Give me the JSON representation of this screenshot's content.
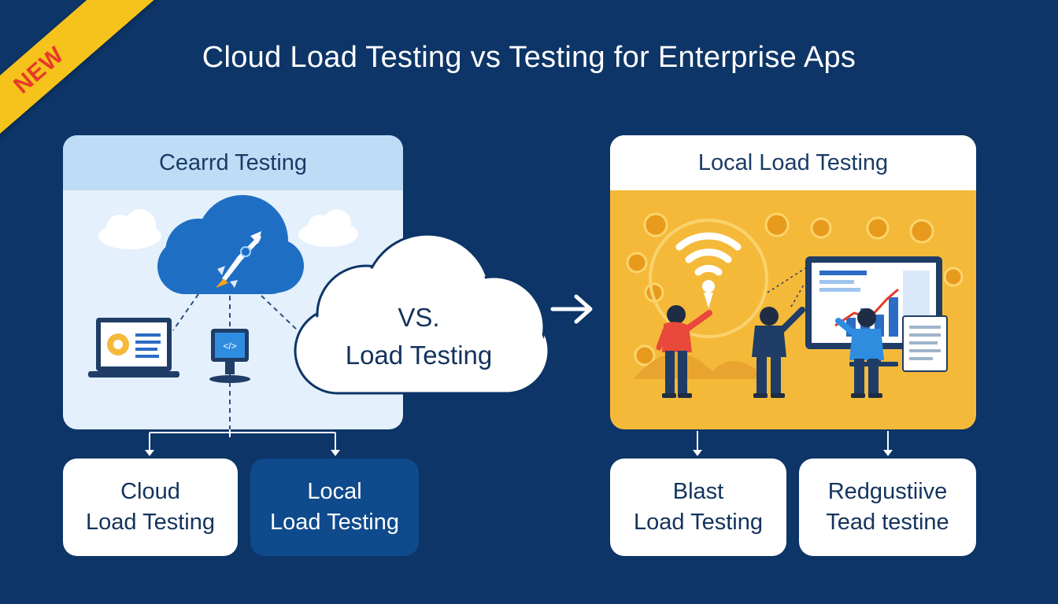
{
  "title": "Cloud Load Testing vs Testing for Enterprise Aps",
  "ribbon": {
    "label": "NEW"
  },
  "left_panel": {
    "header": "Cearrd Testing"
  },
  "right_panel": {
    "header": "Local Load Testing"
  },
  "vs_bubble": {
    "line1": "VS.",
    "line2": "Load Testing"
  },
  "cards": [
    {
      "line1": "Cloud",
      "line2": "Load Testing"
    },
    {
      "line1": "Local",
      "line2": "Load Testing"
    },
    {
      "line1": "Blast",
      "line2": "Load Testing"
    },
    {
      "line1": "Redgustiive",
      "line2": "Tead testine"
    }
  ],
  "colors": {
    "background": "#0d3567",
    "ribbon": "#f6c21c",
    "ribbon_text": "#e63a2a",
    "left_panel": "#e4f0fb",
    "right_panel": "#f5b93a",
    "dark_card": "#0f4a8c"
  }
}
